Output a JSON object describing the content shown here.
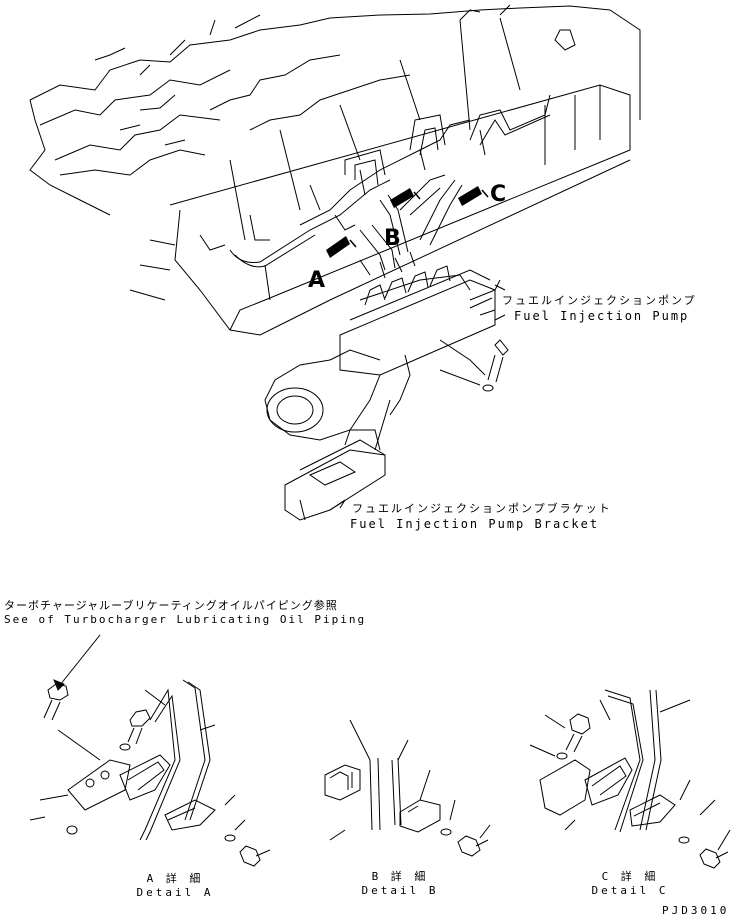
{
  "labels": {
    "pump_jp": "フュエルインジェクションポンプ",
    "pump_en": "Fuel Injection Pump",
    "bracket_jp": "フュエルインジェクションポンプブラケット",
    "bracket_en": "Fuel Injection Pump Bracket",
    "turbo_jp": "ターボチャージャルーブリケーティングオイルパイピング参照",
    "turbo_en": "See of Turbocharger Lubricating Oil Piping"
  },
  "view_letters": {
    "a": "A",
    "b": "B",
    "c": "C"
  },
  "details": {
    "a_jp": "A 詳 細",
    "a_en": "Detail A",
    "b_jp": "B 詳 細",
    "b_en": "Detail B",
    "c_jp": "C 詳 細",
    "c_en": "Detail C"
  },
  "drawing_number": "PJD3010"
}
